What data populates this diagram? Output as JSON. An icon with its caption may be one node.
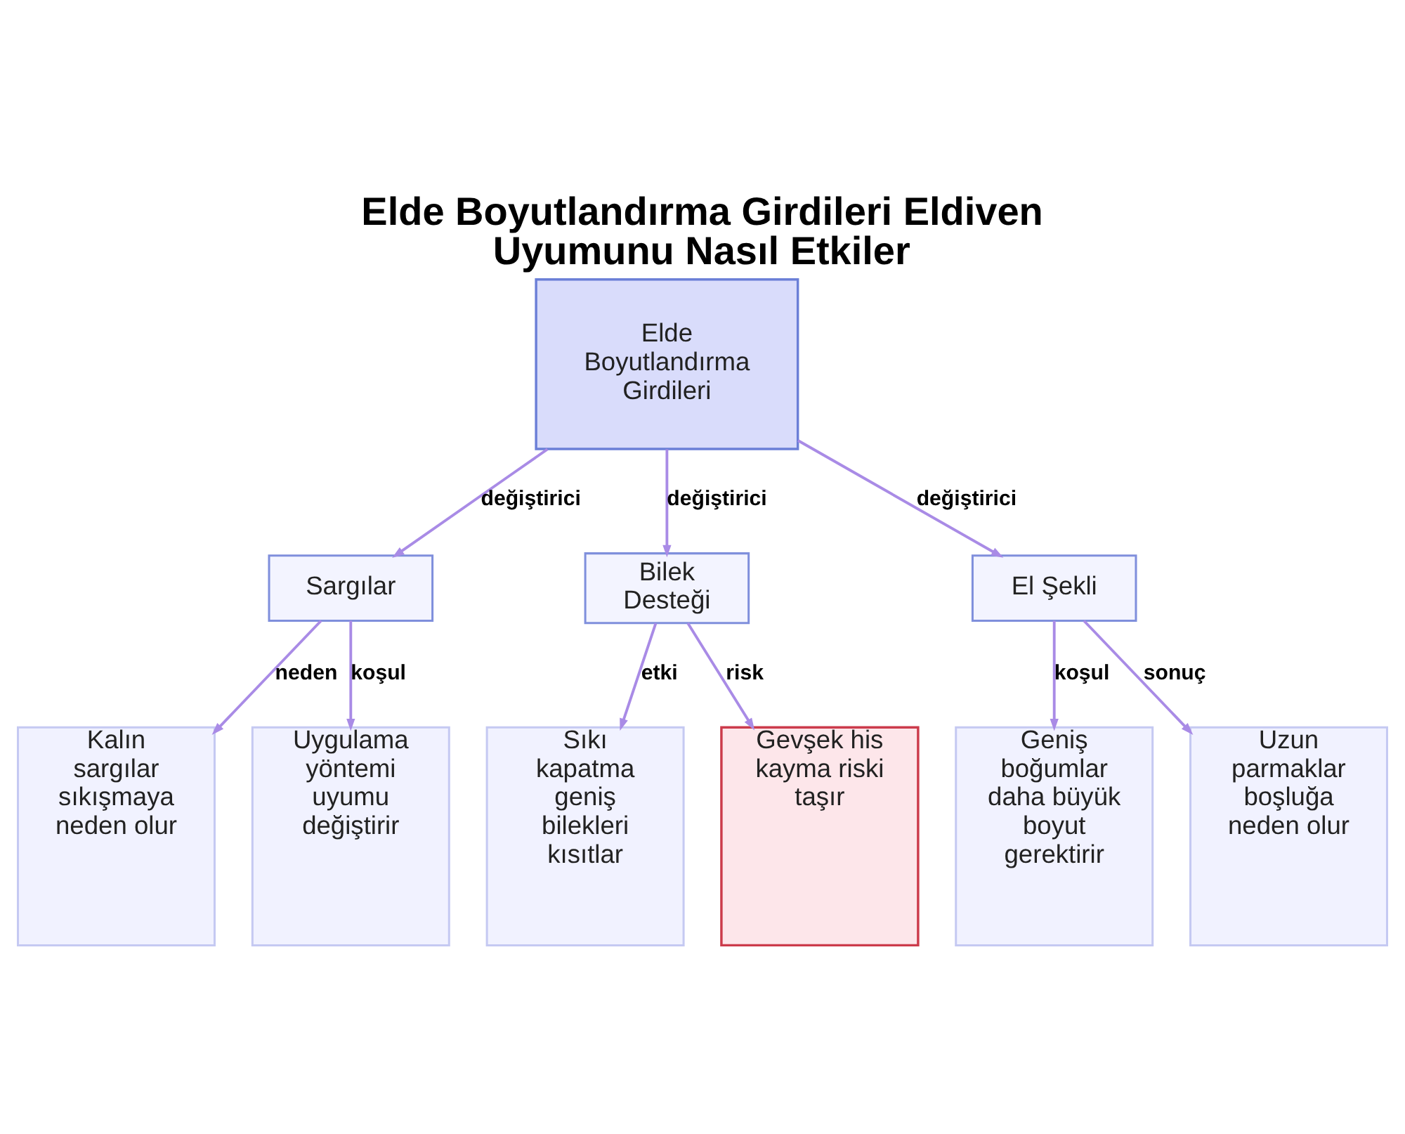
{
  "diagram": {
    "title": "Elde Boyutlandırma Girdileri Eldiven Uyumunu Nasıl Etkiler",
    "nodes": [
      {
        "text": [
          "Elde Boyutlandırma Girdileri"
        ]
      },
      {
        "text": [
          "Sargılar"
        ]
      },
      {
        "text": [
          "Bilek Desteği"
        ]
      },
      {
        "text": [
          "El Şekli"
        ]
      },
      {
        "text": [
          "Kalın sargılar sıkışmaya neden olur"
        ]
      },
      {
        "text": [
          "Uygulama yöntemi uyumu değiştirir"
        ]
      },
      {
        "text": [
          "Sıkı kapatma geniş bilekleri kısıtlar"
        ]
      },
      {
        "text": [
          "Gevşek his kayma riski taşır"
        ]
      },
      {
        "text": [
          "Geniş boğumlar daha büyük boyut gerektirir"
        ]
      },
      {
        "text": [
          "Uzun parmaklar boşluğa neden olur"
        ]
      }
    ],
    "edges": [
      {
        "from": 0,
        "to": 1,
        "arrow": "to",
        "label": "değiştirici"
      },
      {
        "from": 0,
        "to": 2,
        "arrow": "to",
        "label": "değiştirici"
      },
      {
        "from": 0,
        "to": 3,
        "arrow": "to",
        "label": "değiştirici"
      },
      {
        "from": 1,
        "to": 4,
        "arrow": "to",
        "label": "neden"
      },
      {
        "from": 1,
        "to": 5,
        "arrow": "to",
        "label": "koşul"
      },
      {
        "from": 2,
        "to": 6,
        "arrow": "to",
        "label": "etki"
      },
      {
        "from": 2,
        "to": 7,
        "arrow": "to",
        "label": "risk"
      },
      {
        "from": 3,
        "to": 8,
        "arrow": "to",
        "label": "koşul"
      },
      {
        "from": 3,
        "to": 9,
        "arrow": "to",
        "label": "sonuç"
      }
    ]
  }
}
